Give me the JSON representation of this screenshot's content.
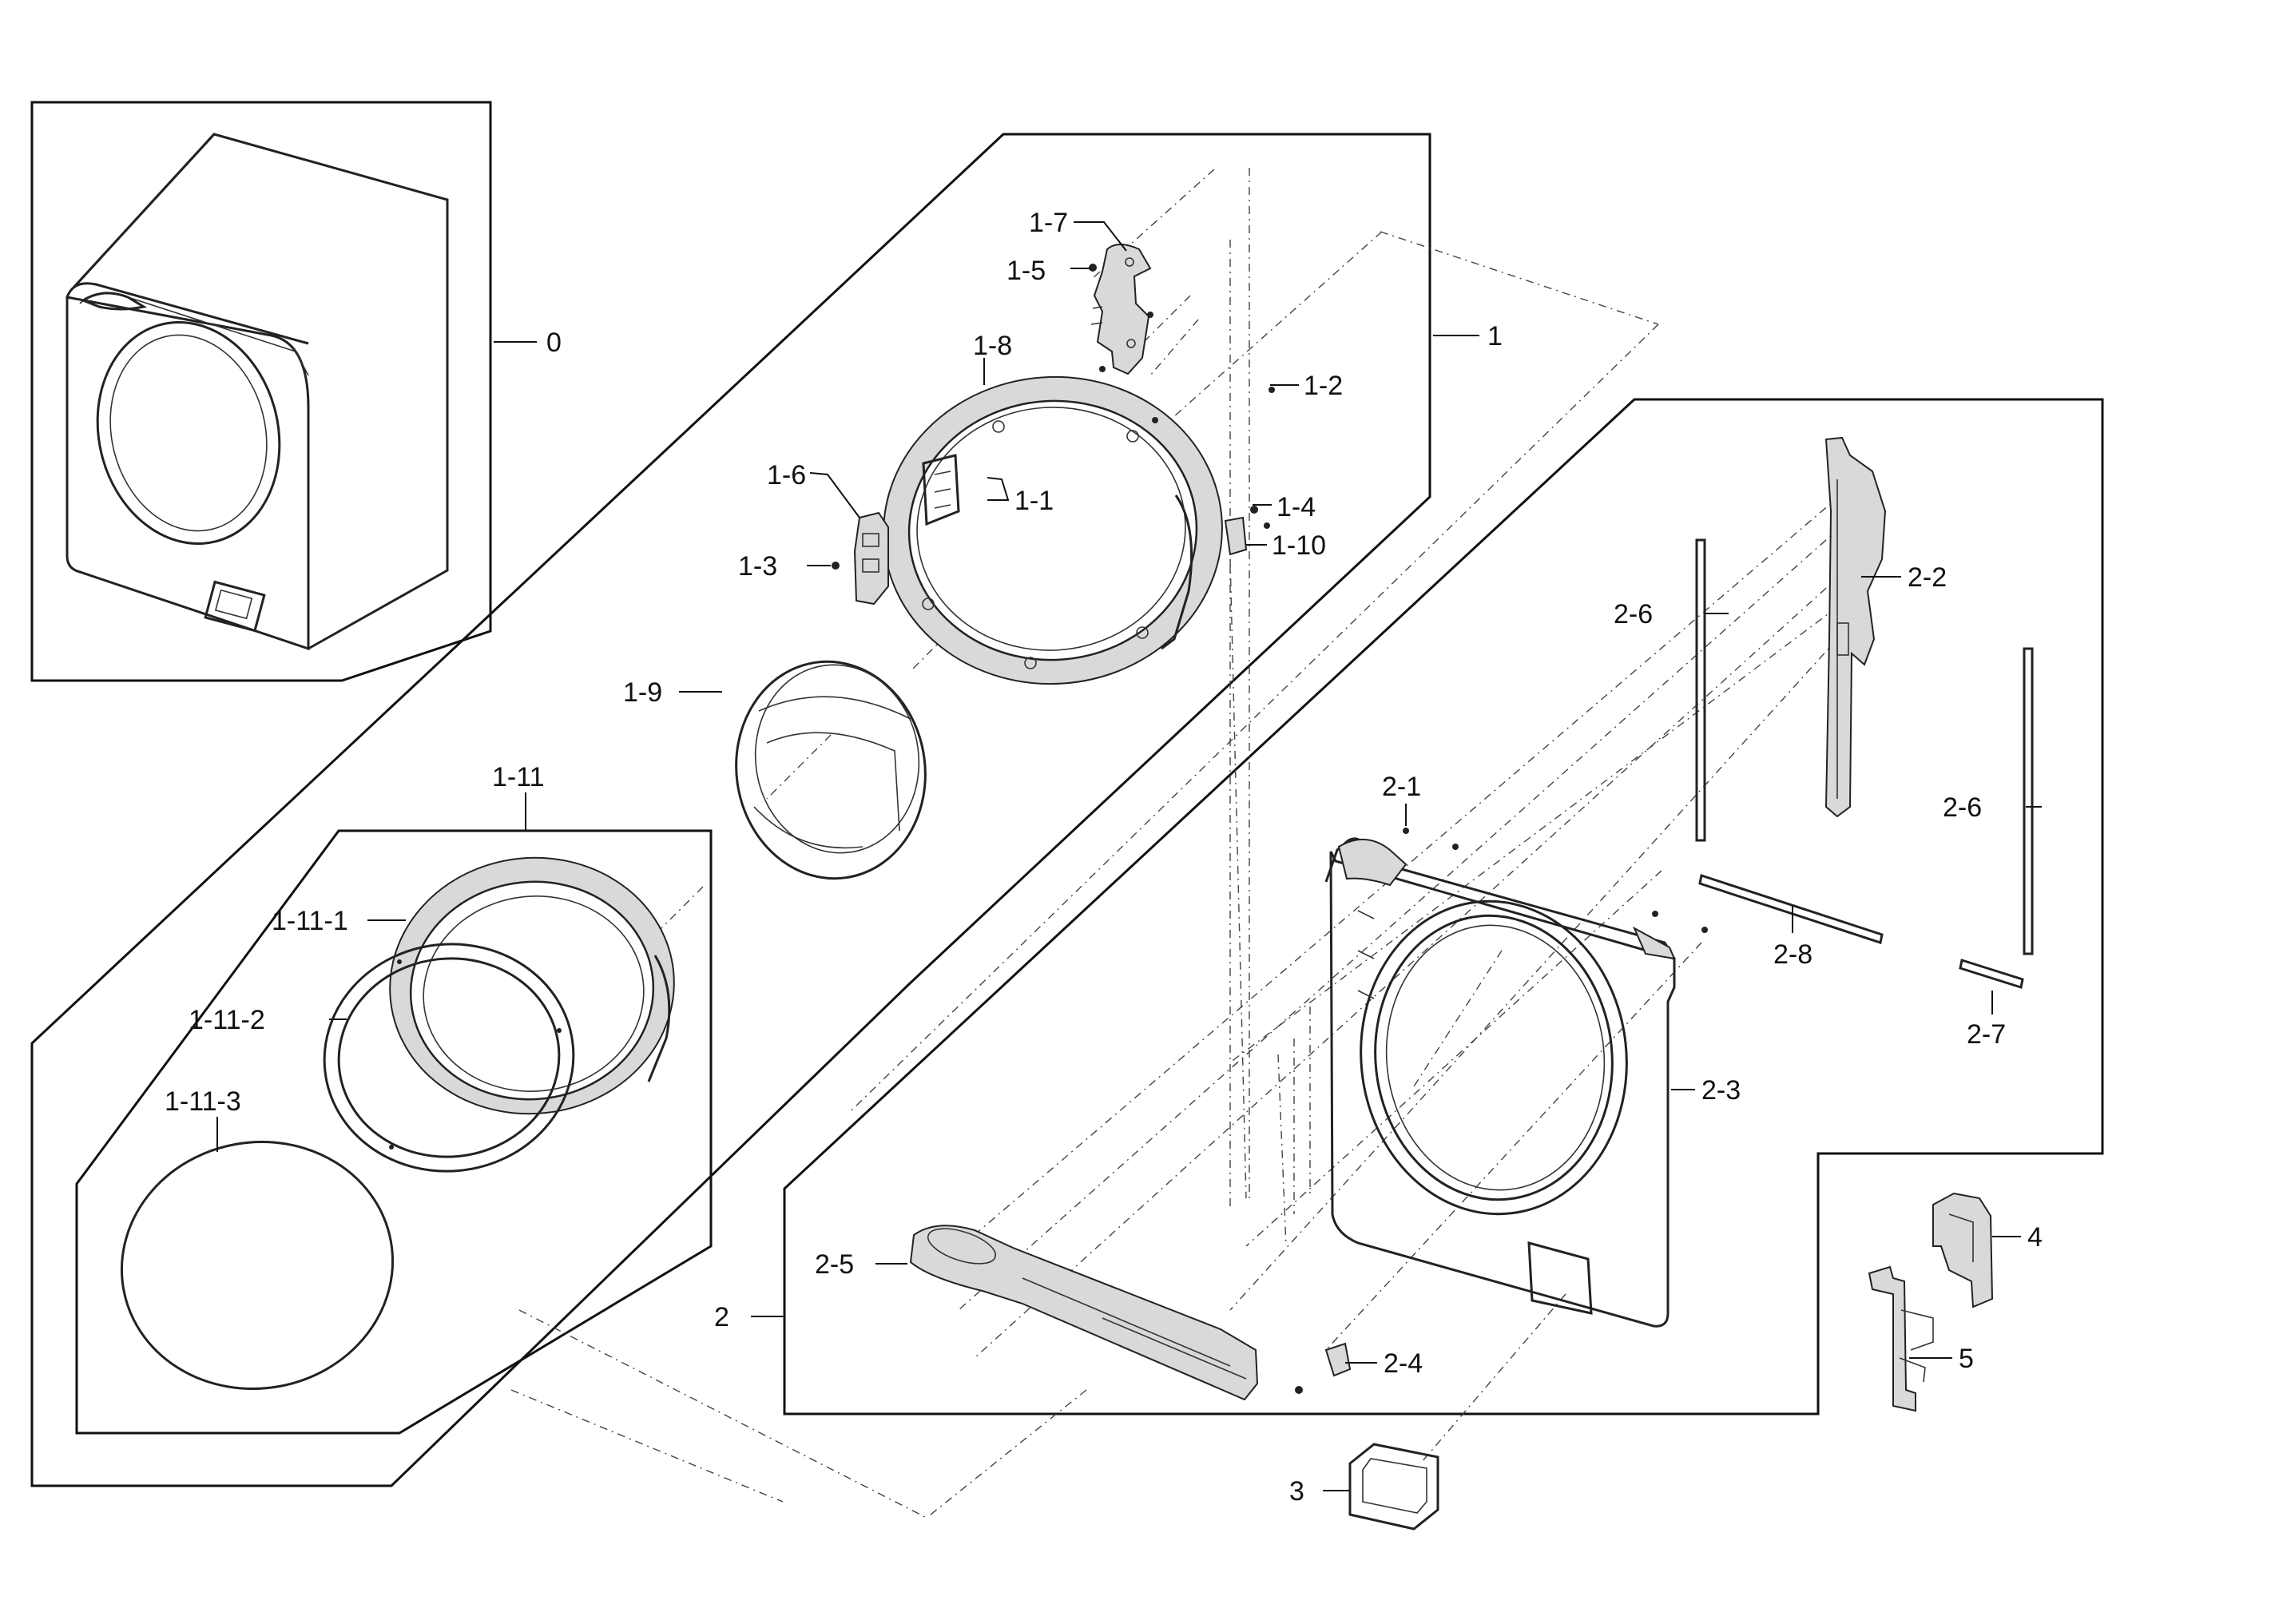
{
  "labels": {
    "l0": "0",
    "l1": "1",
    "l1_1": "1-1",
    "l1_2": "1-2",
    "l1_3": "1-3",
    "l1_4": "1-4",
    "l1_5": "1-5",
    "l1_6": "1-6",
    "l1_7": "1-7",
    "l1_8": "1-8",
    "l1_9": "1-9",
    "l1_10": "1-10",
    "l1_11": "1-11",
    "l1_11_1": "1-11-1",
    "l1_11_2": "1-11-2",
    "l1_11_3": "1-11-3",
    "l2": "2",
    "l2_1": "2-1",
    "l2_2": "2-2",
    "l2_3": "2-3",
    "l2_4": "2-4",
    "l2_5": "2-5",
    "l2_6a": "2-6",
    "l2_6b": "2-6",
    "l2_7": "2-7",
    "l2_8": "2-8",
    "l3": "3",
    "l4": "4",
    "l5": "5"
  }
}
